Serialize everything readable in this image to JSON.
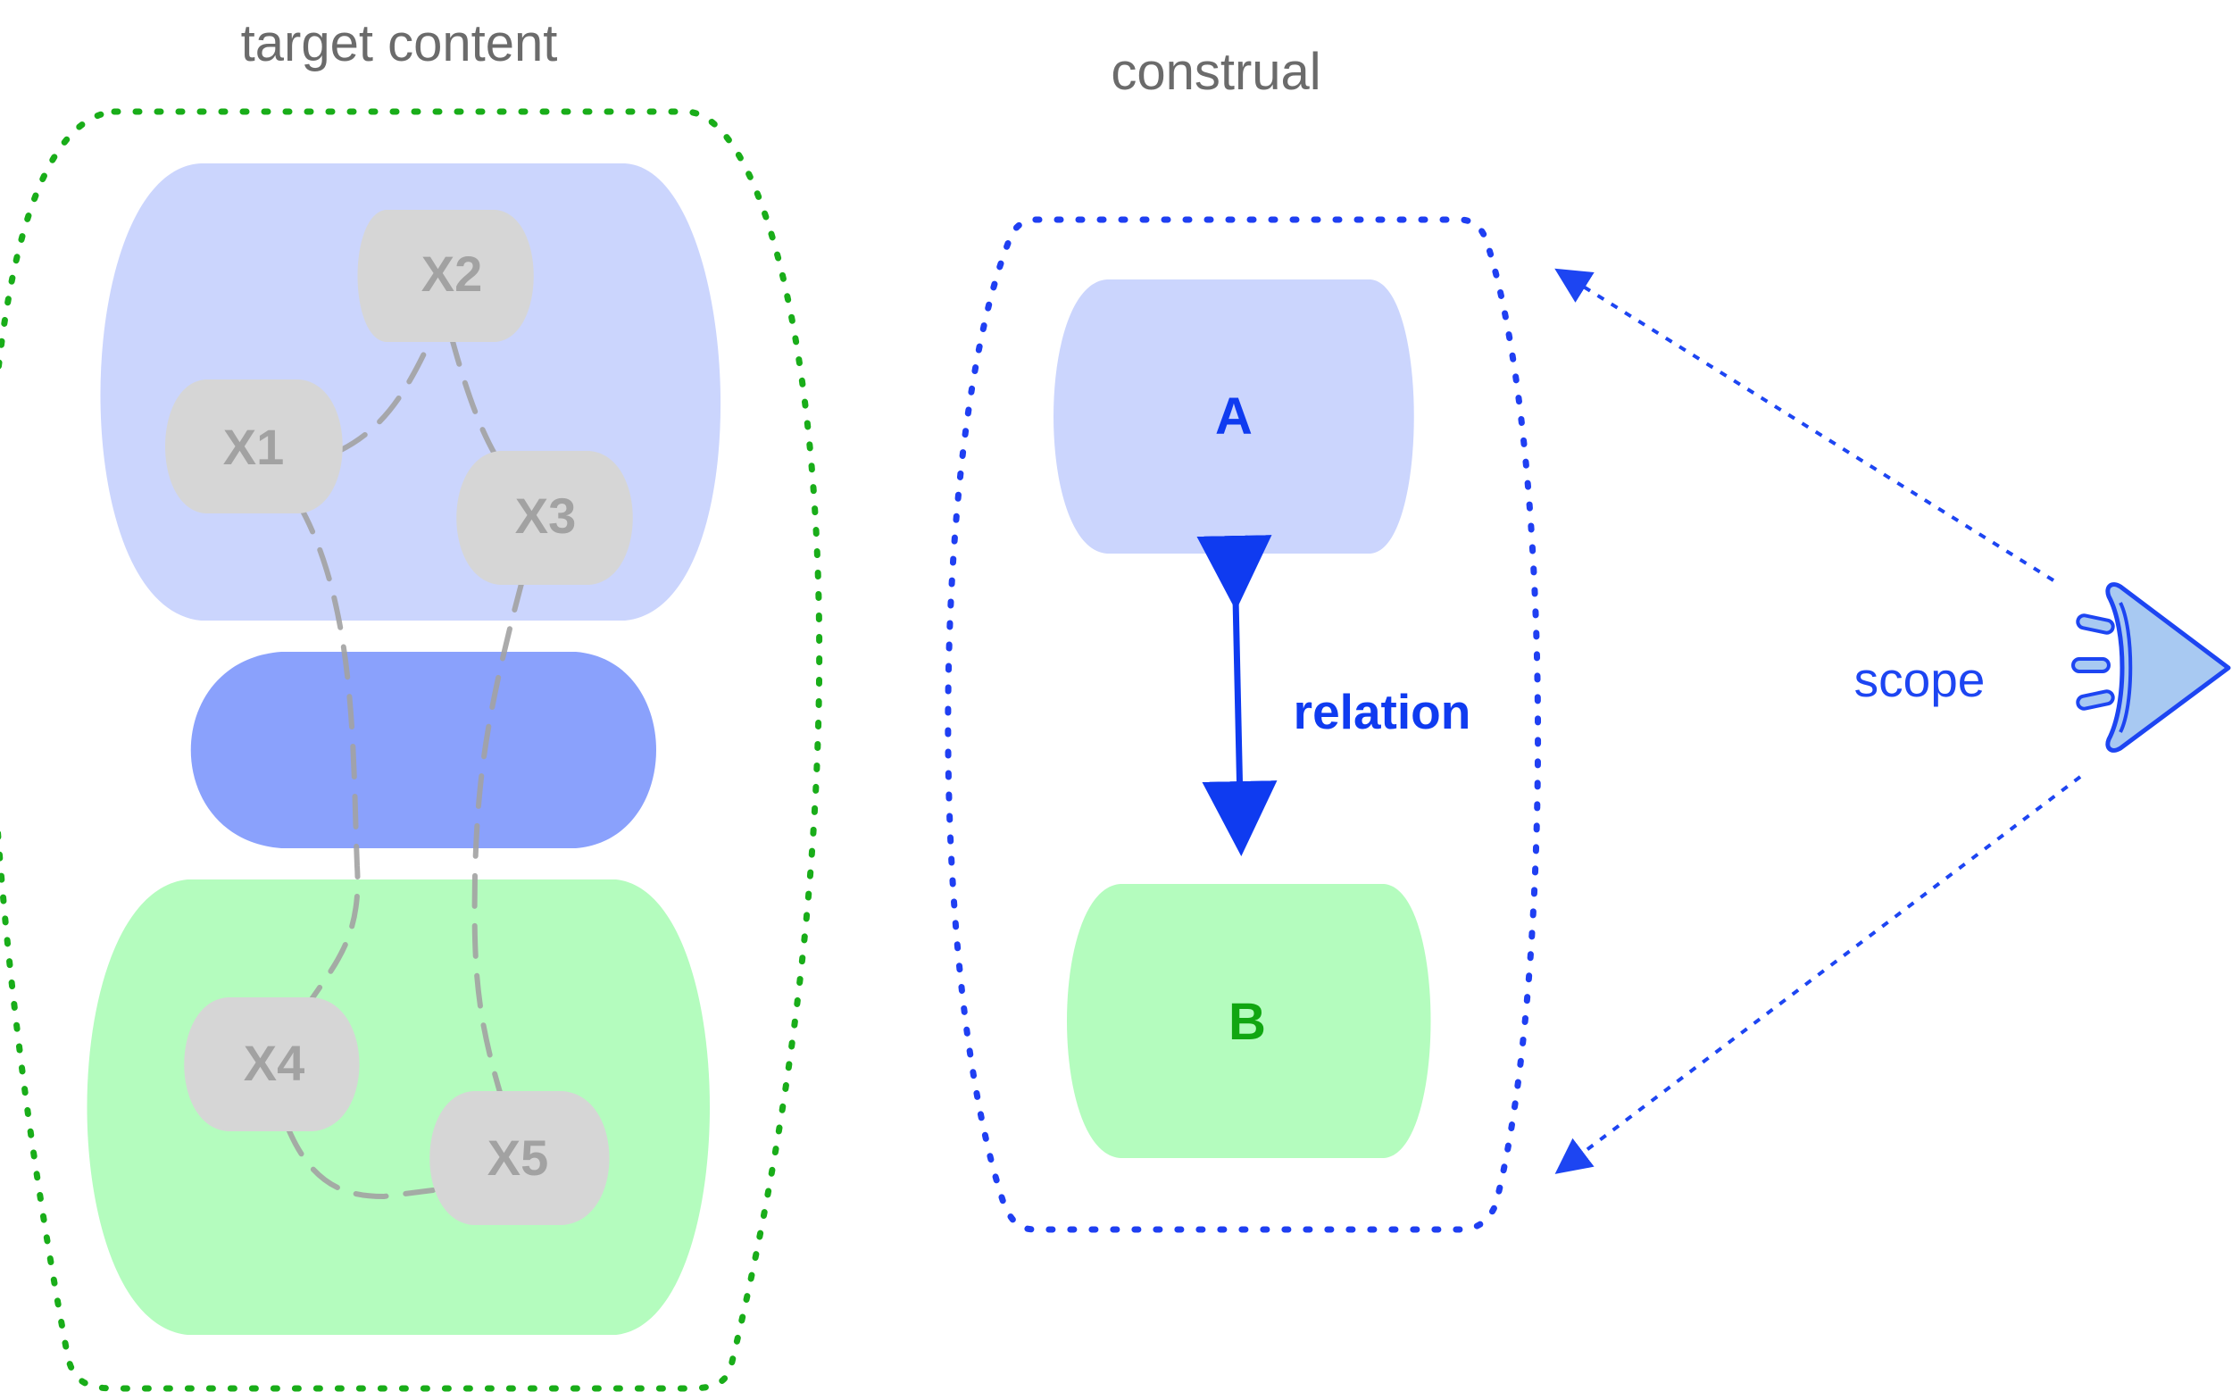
{
  "titles": {
    "target_content": "target content",
    "construal": "construal"
  },
  "target_nodes": [
    "X1",
    "X2",
    "X3",
    "X4",
    "X5"
  ],
  "construal": {
    "a_label": "A",
    "b_label": "B",
    "relation_label": "relation",
    "scope_label": "scope"
  },
  "colors": {
    "upper_region": "#cbd5fd",
    "middle_region": "#8aa1fc",
    "lower_region": "#b4fcbe",
    "target_border": "#19ad19",
    "construal_border": "#1f3ff2",
    "node_fill": "#d6d6d6",
    "node_text": "#a2a2a2",
    "a_text": "#0f3bf0",
    "b_text": "#11a611",
    "eye_fill": "#a8c9f2"
  },
  "icons": {
    "viewer": "eye-icon"
  }
}
